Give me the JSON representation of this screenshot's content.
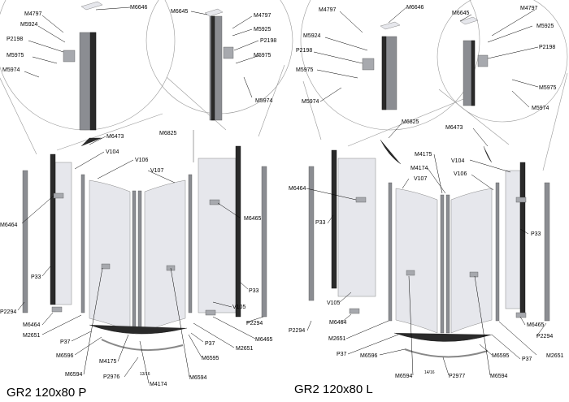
{
  "panels": [
    {
      "title": "GR2  120x80  P",
      "page": "13/16",
      "labels": [
        "M4797",
        "M5924",
        "P2198",
        "M5975",
        "M5974",
        "M6646",
        "M6645",
        "M4797",
        "M5925",
        "P2198",
        "M5975",
        "M5974",
        "M6473",
        "V104",
        "V106",
        "V107",
        "M6825",
        "M6464",
        "M6465",
        "P33",
        "P33",
        "P2294",
        "M6464",
        "M2651",
        "V105",
        "P2294",
        "M6465",
        "P37",
        "M6596",
        "M6594",
        "M4175",
        "P2976",
        "M4174",
        "M6594",
        "M6595",
        "P37",
        "M2651"
      ]
    },
    {
      "title": "GR2  120x80  L",
      "page": "14/16",
      "labels": [
        "M4797",
        "M5924",
        "P2198",
        "M5975",
        "M5974",
        "M6646",
        "M6645",
        "M4797",
        "M5925",
        "P2198",
        "M5975",
        "M5974",
        "M6825",
        "M4175",
        "M4174",
        "V107",
        "M6473",
        "V104",
        "V106",
        "M6464",
        "P33",
        "P33",
        "V105",
        "M6464",
        "M6465",
        "P2294",
        "P2294",
        "M2651",
        "P37",
        "M6596",
        "M6594",
        "P2977",
        "M6594",
        "M6595",
        "P37",
        "M2651"
      ]
    }
  ]
}
